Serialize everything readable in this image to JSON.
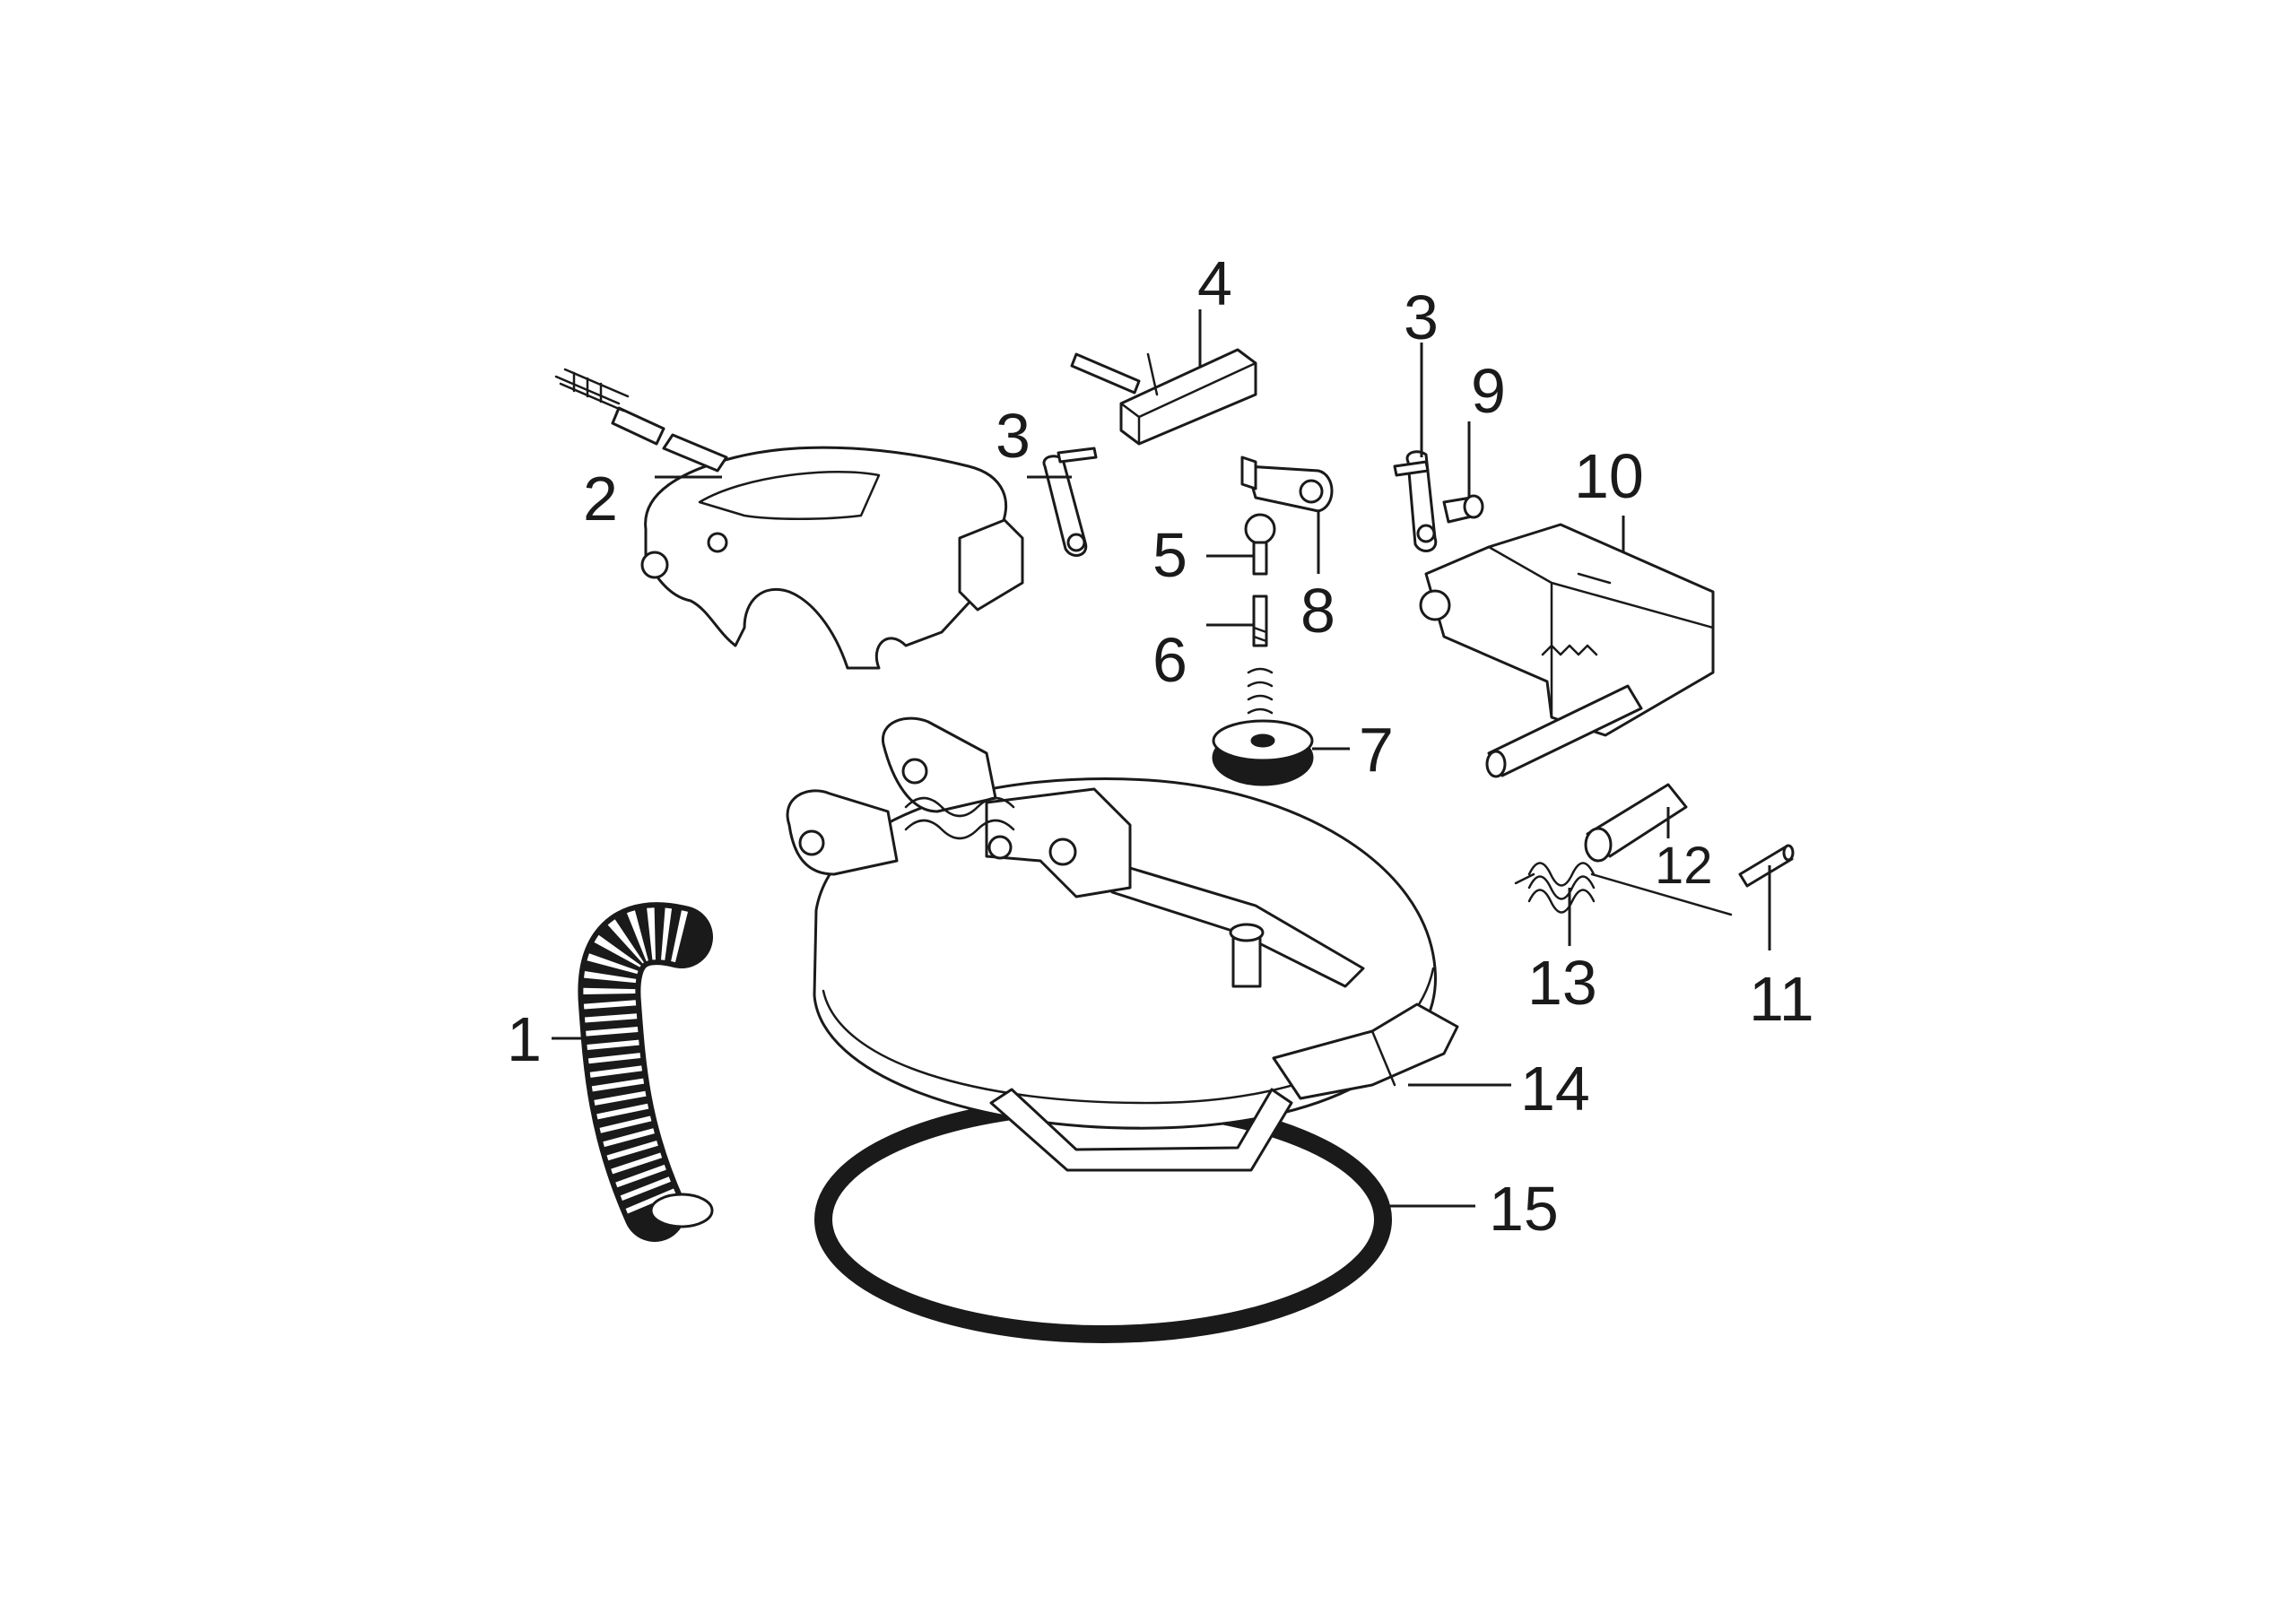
{
  "callouts": [
    {
      "id": "c1",
      "label": "1"
    },
    {
      "id": "c2",
      "label": "2"
    },
    {
      "id": "c3a",
      "label": "3"
    },
    {
      "id": "c4",
      "label": "4"
    },
    {
      "id": "c3b",
      "label": "3"
    },
    {
      "id": "c9",
      "label": "9"
    },
    {
      "id": "c10",
      "label": "10"
    },
    {
      "id": "c5",
      "label": "5"
    },
    {
      "id": "c8",
      "label": "8"
    },
    {
      "id": "c6",
      "label": "6"
    },
    {
      "id": "c7",
      "label": "7"
    },
    {
      "id": "c12",
      "label": "12"
    },
    {
      "id": "c13",
      "label": "13"
    },
    {
      "id": "c11",
      "label": "11"
    },
    {
      "id": "c14",
      "label": "14"
    },
    {
      "id": "c15",
      "label": "15"
    }
  ]
}
